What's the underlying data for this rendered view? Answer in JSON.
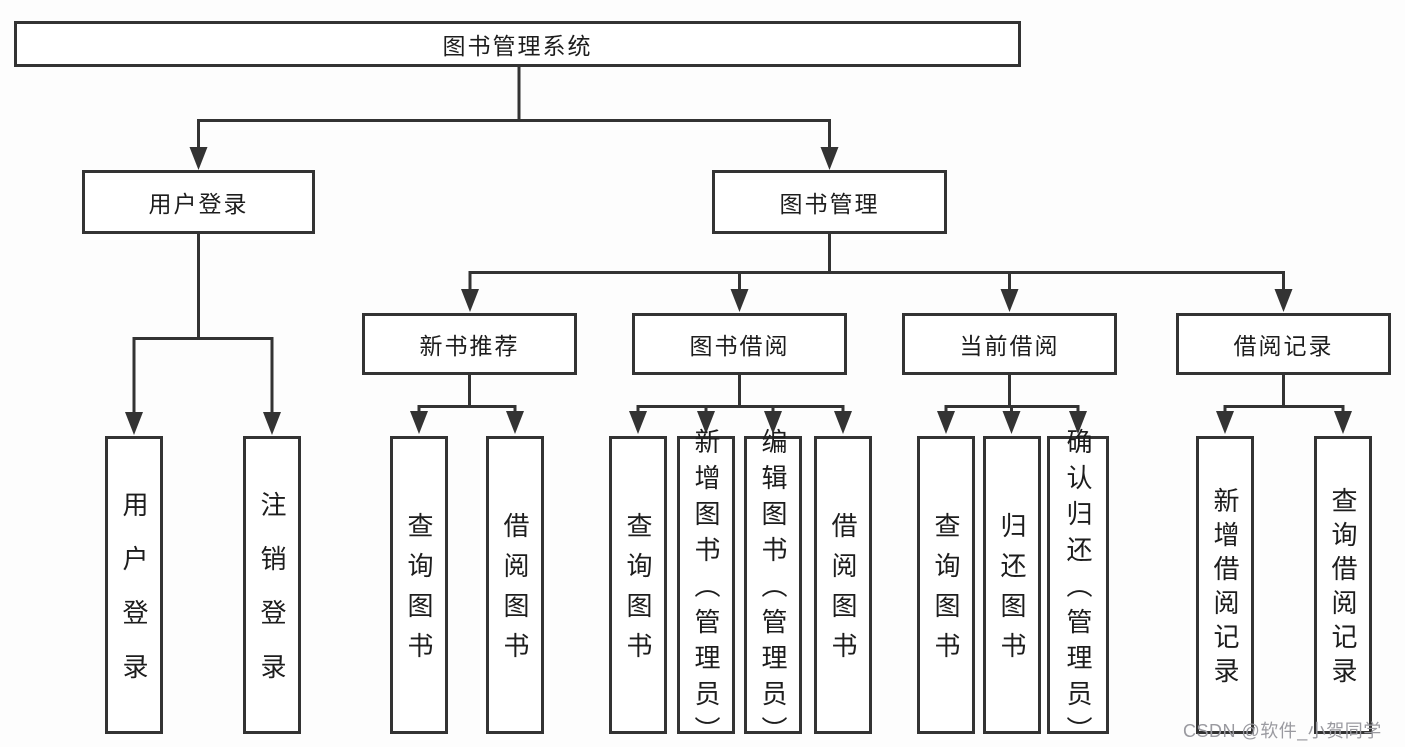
{
  "diagram": {
    "nodes": {
      "root": "图书管理系统",
      "user_login": "用户登录",
      "book_management": "图书管理",
      "new_book": "新书推荐",
      "book_borrowing": "图书借阅",
      "current_borrowing": "当前借阅",
      "borrowing_records": "借阅记录"
    },
    "leaves": {
      "user_login": "用户登录",
      "logout": "注销登录",
      "newbook_query": "查询图书",
      "newbook_borrow": "借阅图书",
      "borrow_query": "查询图书",
      "borrow_add_admin": "新增图书（管理员）",
      "borrow_edit_admin": "编辑图书（管理员）",
      "borrow_borrow": "借阅图书",
      "current_query": "查询图书",
      "current_return": "归还图书",
      "current_confirm_admin": "确认归还（管理员）",
      "records_add": "新增借阅记录",
      "records_query": "查询借阅记录"
    },
    "line_color": "#333333"
  },
  "watermark": {
    "text": "CSDN @软件_小贺同学",
    "color": "#9a9aa0"
  }
}
